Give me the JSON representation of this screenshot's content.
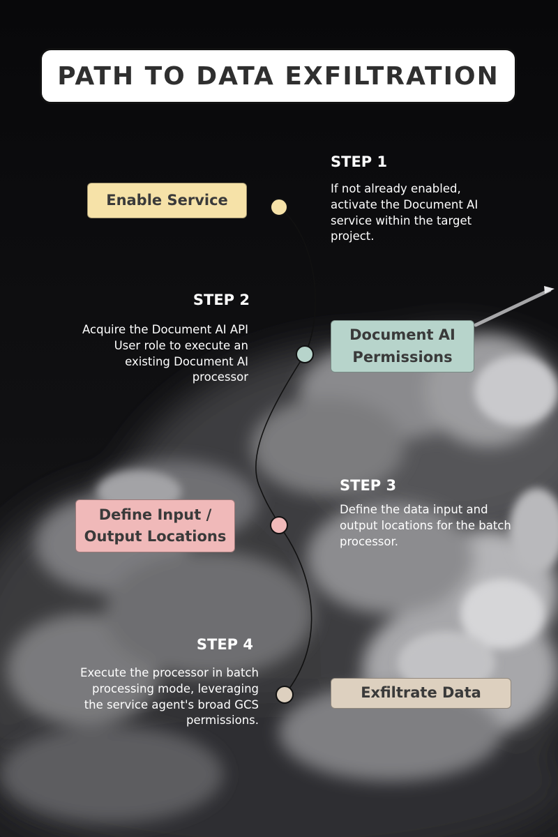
{
  "title": "PATH TO DATA EXFILTRATION",
  "colors": {
    "enable_service": "#f6e2a8",
    "document_ai_permissions": "#b7d4cb",
    "define_locations": "#f0b9b9",
    "exfiltrate_data": "#ddd0bf",
    "background": "#0b0b0d"
  },
  "steps": [
    {
      "heading": "STEP 1",
      "label": "Enable Service",
      "description": [
        "If not already enabled,",
        "activate the Document AI",
        "service within the target",
        "project."
      ]
    },
    {
      "heading": "STEP 2",
      "label": [
        "Document AI",
        "Permissions"
      ],
      "description": [
        "Acquire the Document AI API",
        "User role to execute an",
        "existing Document AI",
        "processor"
      ]
    },
    {
      "heading": "STEP 3",
      "label": [
        "Define Input /",
        "Output Locations"
      ],
      "description": [
        "Define the data input and",
        "output locations for the batch",
        "processor."
      ]
    },
    {
      "heading": "STEP 4",
      "label": "Exfiltrate Data",
      "description": [
        "Execute the processor in batch",
        "processing mode, leveraging",
        "the service agent's broad GCS",
        "permissions."
      ]
    }
  ]
}
